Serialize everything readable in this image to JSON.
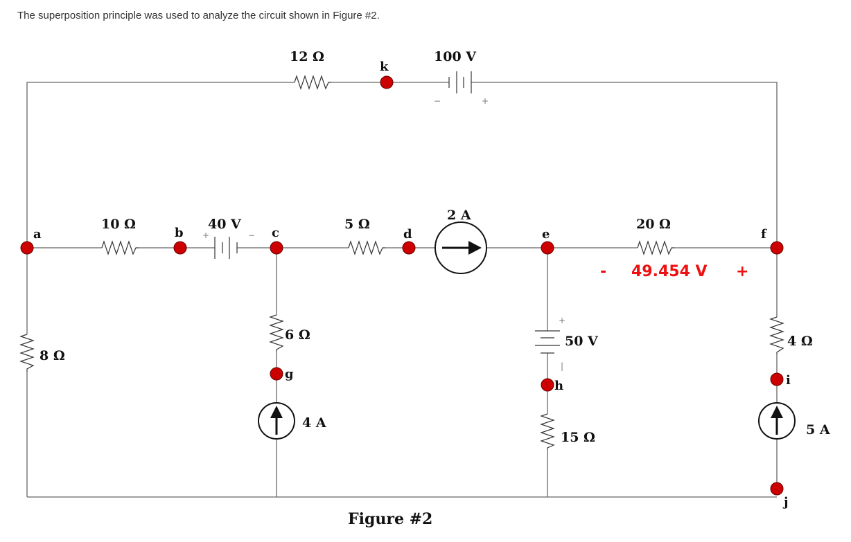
{
  "intro_text": "The superposition principle was used to analyze the circuit shown in Figure #2.",
  "caption": "Figure #2",
  "accent_color": "#ee1111",
  "nodes": {
    "a": "a",
    "b": "b",
    "c": "c",
    "d": "d",
    "e": "e",
    "f": "f",
    "g": "g",
    "h": "h",
    "i": "i",
    "j": "j",
    "k": "k"
  },
  "components": {
    "r12": "12 Ω",
    "v100": "100 V",
    "r10": "10 Ω",
    "v40": "40 V",
    "r5": "5 Ω",
    "i2": "2 A",
    "r20": "20 Ω",
    "r8": "8 Ω",
    "r6": "6 Ω",
    "i4": "4 A",
    "v50": "50 V",
    "r15": "15 Ω",
    "r4": "4 Ω",
    "i5": "5 A"
  },
  "polarity": {
    "plus": "+",
    "minus": "−",
    "bar": "|"
  },
  "measurement": {
    "minus": "-",
    "value": "49.454 V",
    "plus": "+"
  }
}
